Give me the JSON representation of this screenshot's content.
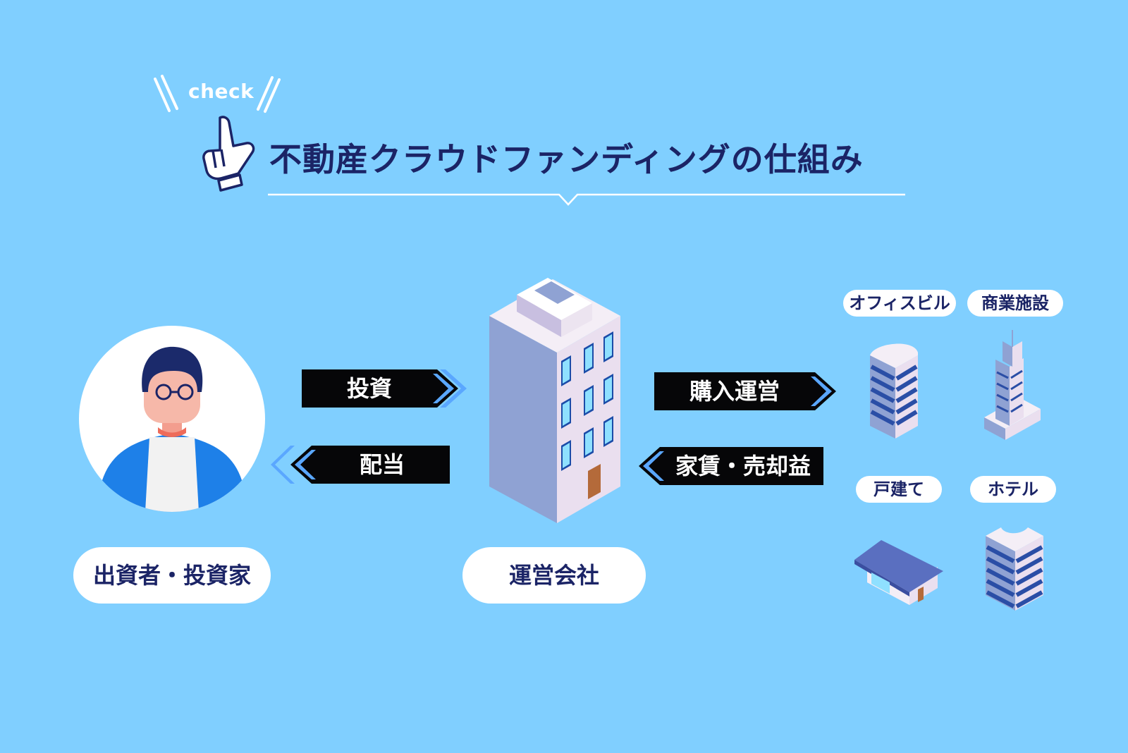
{
  "header": {
    "check_label": "check",
    "title": "不動産クラウドファンディングの仕組み"
  },
  "flows": {
    "invest": "投資",
    "dividend": "配当",
    "purchase_operate": "購入運営",
    "rent_sale": "家賃・売却益"
  },
  "nodes": {
    "investor": "出資者・投資家",
    "operator": "運営会社"
  },
  "property_types": {
    "office": "オフィスビル",
    "commercial": "商業施設",
    "house": "戸建て",
    "hotel": "ホテル"
  },
  "colors": {
    "background": "#80cfff",
    "title_text": "#1b2466",
    "arrow_fill": "#060608",
    "arrow_accent": "#5aa7ff",
    "jacket": "#1e80e8",
    "building_light": "#eadfef",
    "building_shade": "#8fa2d3"
  }
}
